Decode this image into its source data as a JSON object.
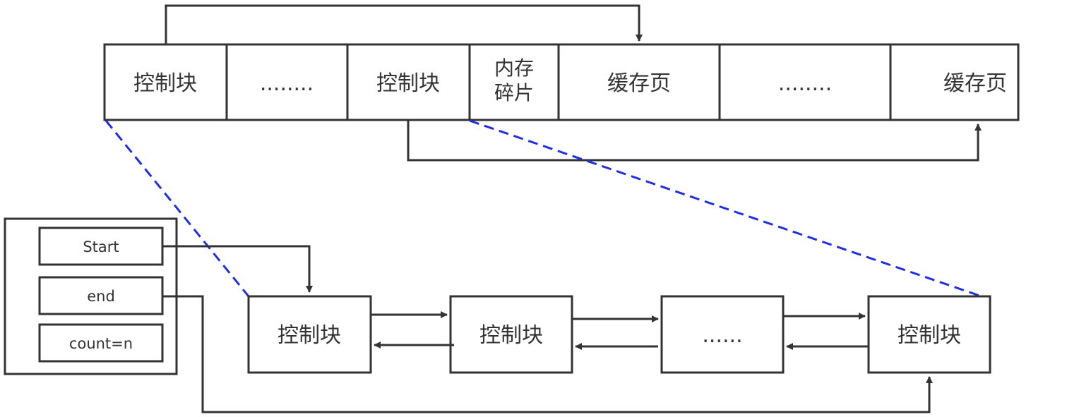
{
  "memory_strip": {
    "cells": [
      "控制块",
      "........",
      "控制块",
      "内存\n碎片",
      "缓存页",
      "........",
      "缓存页"
    ]
  },
  "list_header": {
    "fields": [
      "Start",
      "end",
      "count=n"
    ]
  },
  "linked_list": {
    "nodes": [
      "控制块",
      "控制块",
      "......",
      "控制块"
    ]
  },
  "colors": {
    "line": "#333333",
    "dashed": "#1f2ee6",
    "text": "#333333",
    "background": "#ffffff"
  }
}
